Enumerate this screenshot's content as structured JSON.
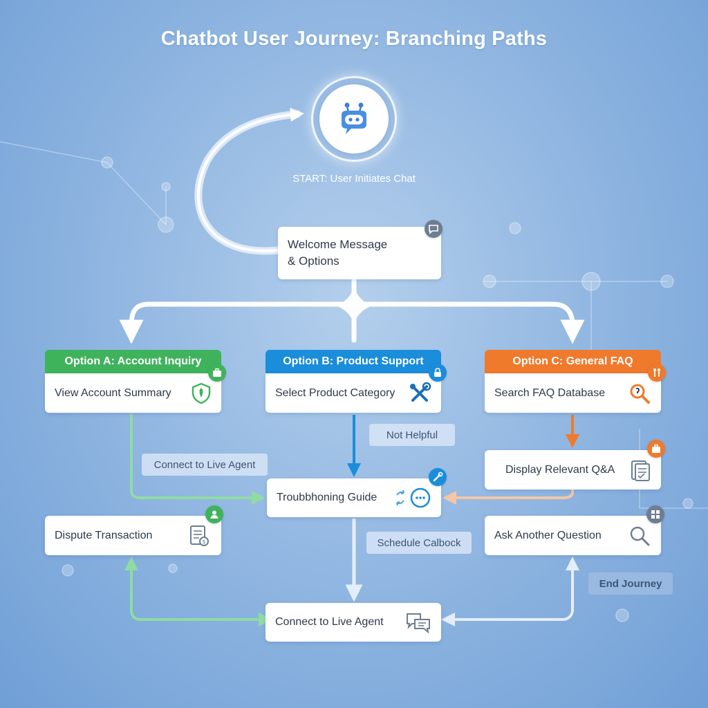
{
  "title": "Chatbot User Journey: Branching Paths",
  "start": {
    "label": "START: User Initiates Chat",
    "icon": "robot-chat-icon"
  },
  "welcome": {
    "label_line1": "Welcome Message",
    "label_line2": "& Options",
    "icon": "chat-bubble-icon"
  },
  "branches": [
    {
      "header": "Option A: Account Inquiry",
      "box": "View Account Summary",
      "color": "#3fb35c",
      "icon": "shield-icon",
      "badge_icon": "briefcase-icon"
    },
    {
      "header": "Option B: Product Support",
      "box": "Select Product Category",
      "color": "#1a8ddb",
      "icon": "tools-icon",
      "badge_icon": "lock-icon"
    },
    {
      "header": "Option C: General FAQ",
      "box": "Search FAQ Database",
      "color": "#ef7a2c",
      "icon": "search-icon",
      "badge_icon": "tools-icon"
    }
  ],
  "nodes": {
    "dispute": {
      "label": "Dispute Transaction",
      "icon": "receipt-icon",
      "badge_icon": "user-icon"
    },
    "troubleshooting": {
      "label": "Troubbhoning Guide",
      "icon": "refresh-icon",
      "badge_icon": "wrench-icon"
    },
    "display_qa": {
      "label": "Display Relevant Q&A",
      "icon": "document-icon",
      "badge_icon": "briefcase-icon"
    },
    "ask_another": {
      "label": "Ask Another Question",
      "icon": "magnifier-icon",
      "badge_icon": "grid-icon"
    },
    "live_agent": {
      "label": "Connect to Live Agent",
      "icon": "chat-bubbles-icon"
    }
  },
  "annotations": {
    "connect_live_agent": "Connect to Live Agent",
    "not_helpful": "Not Helpful",
    "schedule_callback": "Schedule Calbock",
    "end_journey": "End Journey"
  },
  "colors": {
    "green": "#3fb35c",
    "blue": "#1a8ddb",
    "orange": "#ef7a2c",
    "background": "#93b8e2"
  }
}
